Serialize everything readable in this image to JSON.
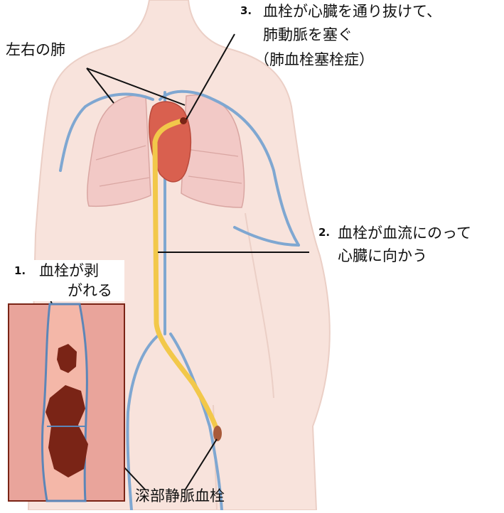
{
  "labels": {
    "lungs": "左右の肺",
    "step1": {
      "number": "1.",
      "line1": "血栓が剥",
      "line2": "がれる"
    },
    "step2": {
      "number": "2.",
      "line1": "血栓が血流にのって",
      "line2": "心臓に向かう"
    },
    "step3": {
      "number": "3.",
      "line1": "血栓が心臓を通り抜けて、",
      "line2": "肺動脈を塞ぐ",
      "line3": "（肺血栓塞栓症）"
    },
    "dvt": "深部静脈血栓"
  },
  "colors": {
    "skin": "#f8e3dc",
    "skin_outline": "#ebcfc6",
    "lung": "#f2c9c6",
    "vein": "#7fa7d1",
    "clot_path": "#f2c84a",
    "heart": "#d9604f",
    "muscle": "#e9a49b",
    "clot": "#7a2416"
  }
}
